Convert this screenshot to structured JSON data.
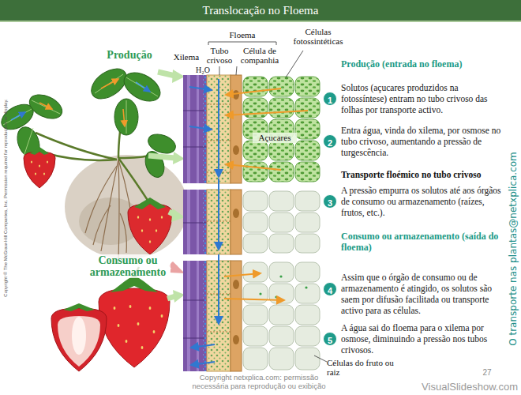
{
  "diagram": {
    "title": "Translocação no Floema",
    "nodes": [
      {
        "text": [
          "1"
        ]
      },
      {
        "text": [
          "2"
        ]
      },
      {
        "text": [
          "3"
        ]
      },
      {
        "text": [
          "4"
        ]
      },
      {
        "text": [
          "5"
        ]
      }
    ],
    "labels": [
      "Copyright © The McGraw-Hill Companies, Inc. Permission required for reproduction or display.",
      "Floema",
      "Células fotossintéticas",
      "Tubo crivoso",
      "Célula de companhia",
      "Produção",
      "Xilema",
      "H₂O",
      "Produção (entrada no floema)",
      "Solutos (açucares produzidos na fotossíntese) entram no tubo crivoso das folhas por transporte activo.",
      "Entra água, vinda do xilema, por osmose no tubo crivoso, aumentando a pressão de turgescência.",
      "Açucares",
      "Transporte floémico no tubo crivoso",
      "A pressão empurra os solutos até aos órgãos de consumo ou armazenamento (raízes, frutos, etc.).",
      "O transporte nas plantas@netxplica.com",
      "Consumo ou armazenamento",
      "Consumo ou armazenamento (saída do floema)",
      "Assim que o órgão de consumo ou de armazenamento é atingido, os solutos são saem por difusão facilitada ou transporte activo para as células.",
      "A água sai do floema para o xilema por osmose, diminuindo a pressão nos tubos crivosos.",
      "Células do fruto ou raiz",
      "Copyright netxplica.com: permissão necessária para reprodução ou exibição",
      "27",
      "VisualSlideshow.com"
    ]
  }
}
